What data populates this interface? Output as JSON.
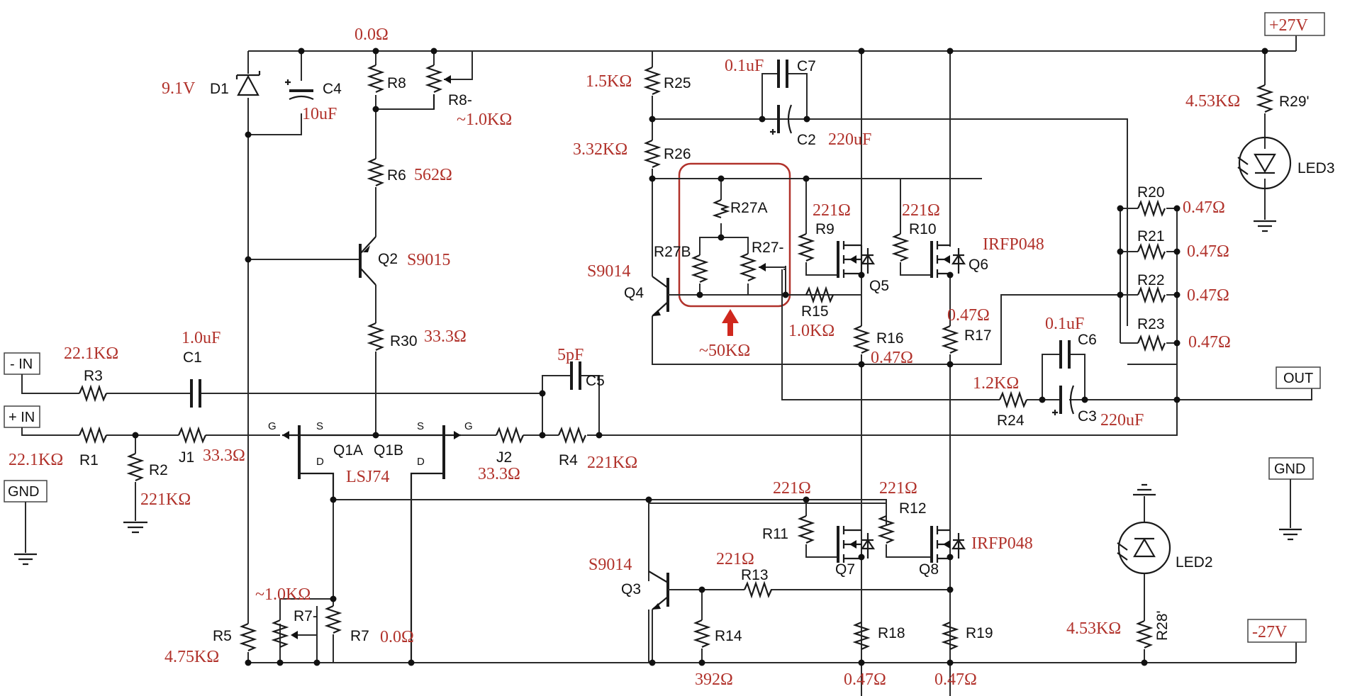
{
  "terminals": {
    "plus27": "+27V",
    "minus27": "-27V",
    "minus_in": "- IN",
    "plus_in": "+ IN",
    "gnd_left": "GND",
    "gnd_right": "GND",
    "out": "OUT"
  },
  "refs": {
    "D1": "D1",
    "C4": "C4",
    "R8": "R8",
    "R8m": "R8-",
    "R6": "R6",
    "Q2": "Q2",
    "R30": "R30",
    "R3": "R3",
    "C1": "C1",
    "R1": "R1",
    "R2": "R2",
    "J1": "J1",
    "Q1A": "Q1A",
    "Q1B": "Q1B",
    "J2": "J2",
    "R4": "R4",
    "C5": "C5",
    "R5": "R5",
    "R7m": "R7-",
    "R7": "R7",
    "R25": "R25",
    "R26": "R26",
    "C7": "C7",
    "C2": "C2",
    "R27A": "R27A",
    "R27B": "R27B",
    "R27m": "R27-",
    "Q4": "Q4",
    "R15": "R15",
    "R9": "R9",
    "Q5": "Q5",
    "R16": "R16",
    "R10": "R10",
    "Q6": "Q6",
    "R17": "R17",
    "R20": "R20",
    "R21": "R21",
    "R22": "R22",
    "R23": "R23",
    "C6": "C6",
    "C3": "C3",
    "R24": "R24",
    "R29": "R29'",
    "LED3": "LED3",
    "R11": "R11",
    "Q7": "Q7",
    "R12": "R12",
    "Q8": "Q8",
    "Q3": "Q3",
    "R13": "R13",
    "R14": "R14",
    "R18": "R18",
    "R19": "R19",
    "LED2": "LED2",
    "R28": "R28'"
  },
  "pins": {
    "G": "G",
    "S": "S",
    "D": "D"
  },
  "values": {
    "r8": "0.0Ω",
    "d1": "9.1V",
    "c4": "10uF",
    "r8m": "~1.0KΩ",
    "r6": "562Ω",
    "q2": "S9015",
    "r30": "33.3Ω",
    "r3": "22.1KΩ",
    "c1": "1.0uF",
    "r1": "22.1KΩ",
    "r2": "221KΩ",
    "j1": "33.3Ω",
    "q1": "LSJ74",
    "j2": "33.3Ω",
    "r4": "221KΩ",
    "c5": "5pF",
    "r7m": "~1.0KΩ",
    "r5": "4.75KΩ",
    "r7": "0.0Ω",
    "r25": "1.5KΩ",
    "r26": "3.32KΩ",
    "c7": "0.1uF",
    "c2": "220uF",
    "q4": "S9014",
    "r27": "~50KΩ",
    "r15": "1.0KΩ",
    "r9": "221Ω",
    "r10": "221Ω",
    "q56": "IRFP048",
    "r16": "0.47Ω",
    "r17": "0.47Ω",
    "r20": "0.47Ω",
    "r21": "0.47Ω",
    "r22": "0.47Ω",
    "r23": "0.47Ω",
    "c6": "0.1uF",
    "c3": "220uF",
    "r24": "1.2KΩ",
    "r29": "4.53KΩ",
    "r11": "221Ω",
    "r12": "221Ω",
    "q78": "IRFP048",
    "q3": "S9014",
    "r13": "221Ω",
    "r14": "392Ω",
    "r18": "0.47Ω",
    "r19": "0.47Ω",
    "r28": "4.53KΩ"
  },
  "colors": {
    "value_text": "#b1322b",
    "highlight": "#b1322b",
    "arrow": "#d0281e",
    "wire": "#2a2a2a"
  }
}
